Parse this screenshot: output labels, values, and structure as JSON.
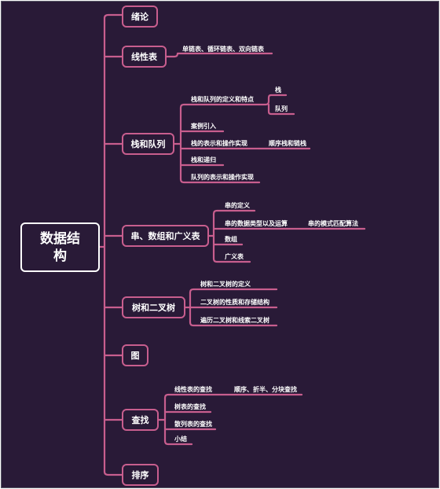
{
  "root": {
    "title": "数据结构"
  },
  "branches": {
    "intro": {
      "label": "绪论"
    },
    "linear": {
      "label": "线性表",
      "children": [
        "单链表、循环链表、双向链表"
      ]
    },
    "stack_queue": {
      "label": "栈和队列",
      "children": [
        "栈和队列的定义和特点",
        "案例引入",
        "栈的表示和操作实现",
        "栈和递归",
        "队列的表示和操作实现"
      ],
      "definition_children": [
        "栈",
        "队列"
      ],
      "impl_child": "顺序栈和链栈"
    },
    "string_array": {
      "label": "串、数组和广义表",
      "children": [
        "串的定义",
        "串的数据类型以及运算",
        "数组",
        "广义表"
      ],
      "pattern_child": "串的模式匹配算法"
    },
    "tree": {
      "label": "树和二叉树",
      "children": [
        "树和二叉树的定义",
        "二叉树的性质和存储结构",
        "遍历二叉树和线索二叉树"
      ]
    },
    "graph": {
      "label": "图"
    },
    "search": {
      "label": "查找",
      "children": [
        "线性表的查找",
        "树表的查找",
        "散列表的查找",
        "小结"
      ],
      "linear_search_child": "顺序、折半、分块查找"
    },
    "sort": {
      "label": "排序"
    }
  },
  "colors": {
    "background": "#291a37",
    "line": "#c85e8e",
    "text": "#ffffff",
    "root_border": "#ffffff"
  }
}
